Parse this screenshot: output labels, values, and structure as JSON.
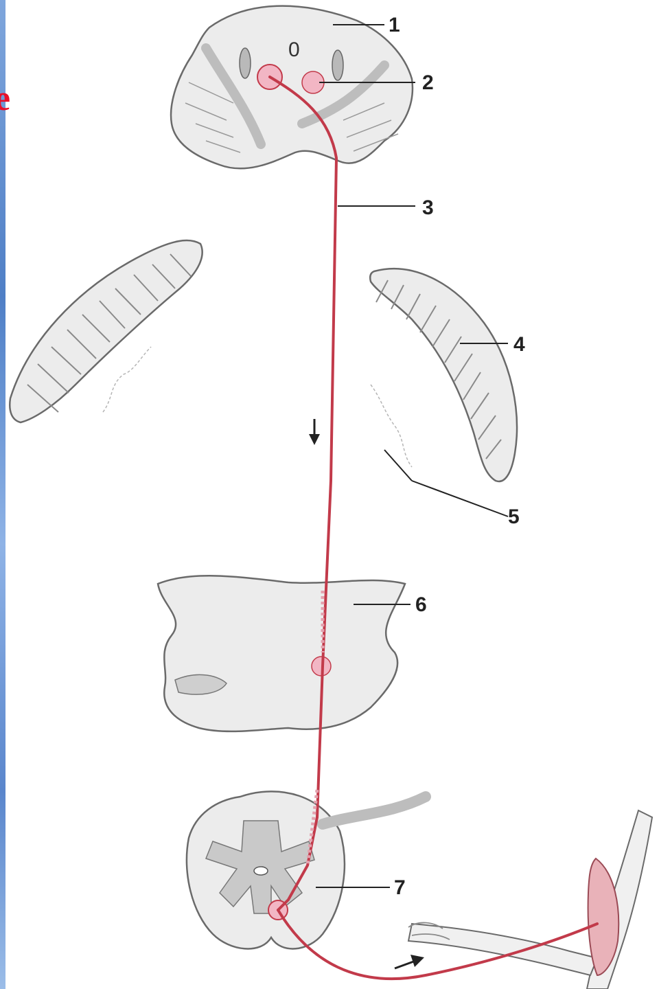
{
  "edge_letter": "е",
  "labels": {
    "l1": "1",
    "l2": "2",
    "l3": "3",
    "l4": "4",
    "l5": "5",
    "l6": "6",
    "l7": "7",
    "zero": "0"
  },
  "colors": {
    "pathway": "#c23a4a",
    "neuron_body": "#f2b6c4",
    "tissue_fill": "#e9e9e9",
    "tissue_stroke": "#6a6a6a",
    "gray_matter": "#c9c9c9",
    "edge_accent": "#e8102a"
  }
}
